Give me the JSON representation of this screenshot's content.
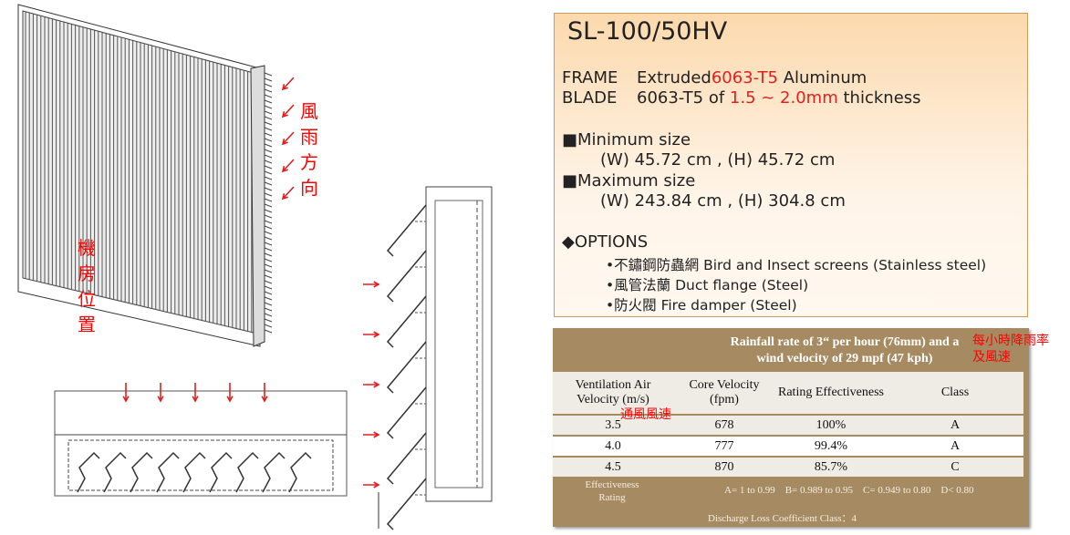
{
  "spec": {
    "title": "SL-100/50HV",
    "frame_label": "FRAME",
    "frame_pre": "Extruded",
    "frame_red": "6063-T5",
    "frame_post": "Aluminum",
    "blade_label": "BLADE",
    "blade_pre": "6063-T5 of",
    "blade_red": "1.5 ~ 2.0mm",
    "blade_post": "thickness",
    "min_label": "Minimum size",
    "min_value": "(W) 45.72 cm ,  (H) 45.72 cm",
    "max_label": "Maximum size",
    "max_value": "(W) 243.84 cm , (H) 304.8 cm",
    "options_label": "OPTIONS",
    "options": [
      "•不鏽鋼防蟲網 Bird and Insect screens (Stainless steel)",
      "•風管法蘭 Duct flange (Steel)",
      "•防火閥 Fire damper (Steel)"
    ]
  },
  "table": {
    "header": "Rainfall rate of 3“ per hour (76mm) and a wind velocity of 29 mpf (47 kph)",
    "header_note": "每小時降雨率及風速",
    "columns": [
      "Ventilation Air Velocity (m/s)",
      "Core Velocity (fpm)",
      "Rating Effectiveness",
      "Class"
    ],
    "col_note": "通風風速",
    "rows": [
      [
        "3.5",
        "678",
        "100%",
        "A"
      ],
      [
        "4.0",
        "777",
        "99.4%",
        "A"
      ],
      [
        "4.5",
        "870",
        "85.7%",
        "C"
      ]
    ],
    "eff_label": "Effectiveness Rating",
    "eff_scale": "A= 1 to 0.99    B= 0.989 to 0.95    C= 0.949 to 0.80    D< 0.80",
    "discharge": "Discharge Loss Coefficient Class：4"
  },
  "drawing": {
    "wind_label": "風雨方向",
    "room_label": "機房位置"
  },
  "colors": {
    "accent_red": "#e02020",
    "table_bg": "#a68b62"
  }
}
